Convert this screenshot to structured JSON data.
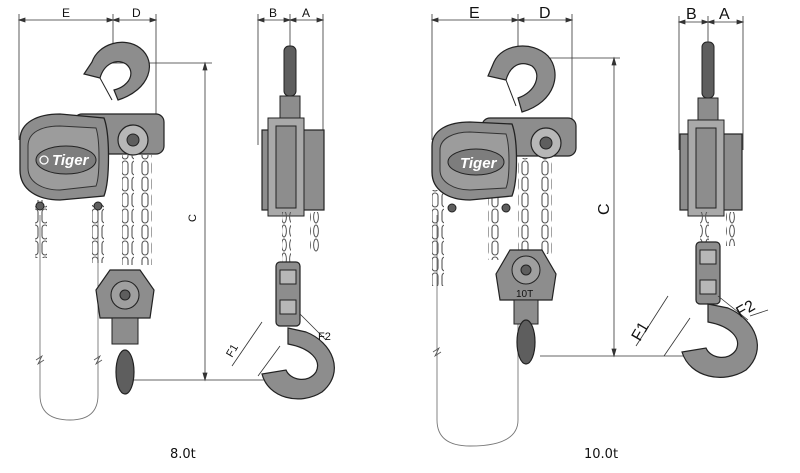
{
  "colors": {
    "metal": "#8d8d8d",
    "metal_dark": "#5e5e5e",
    "metal_light": "#b7b7b7",
    "line": "#222222",
    "dim_line": "#333333",
    "background": "#ffffff"
  },
  "icons": [
    "hoist-front-icon",
    "hoist-side-icon",
    "hook-icon",
    "chain-icon"
  ],
  "left_model": {
    "front": {
      "brand": "Tiger",
      "dim_e": "E",
      "dim_d": "D",
      "dim_c": "C"
    },
    "side": {
      "dim_b": "B",
      "dim_a": "A",
      "dim_f1": "F1",
      "dim_f2": "F2"
    },
    "caption": "8.0t"
  },
  "right_model": {
    "front": {
      "brand": "Tiger",
      "dim_e": "E",
      "dim_d": "D",
      "dim_c": "C",
      "capacity_mark": "10T"
    },
    "side": {
      "dim_b": "B",
      "dim_a": "A",
      "dim_f1": "F1",
      "dim_f2": "F2"
    },
    "caption": "10.0t"
  }
}
